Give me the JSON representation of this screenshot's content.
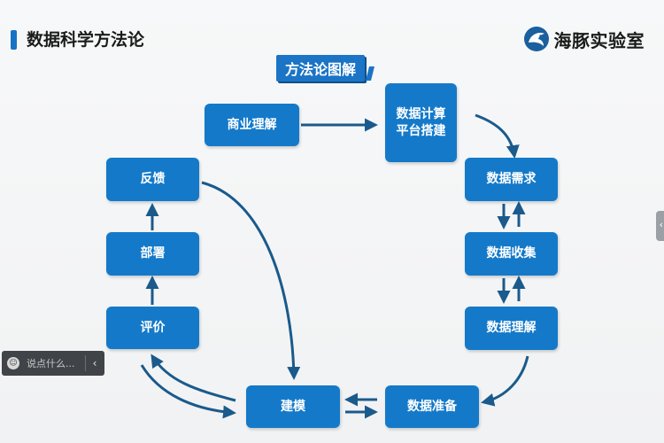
{
  "slide": {
    "title": "数据科学方法论",
    "badge": "方法论图解"
  },
  "logo": {
    "text": "海豚实验室",
    "icon": "dolphin-logo-icon",
    "color": "#1a5f9e"
  },
  "diagram": {
    "node_color": "#1479c9",
    "arrow_color": "#1a5a8c",
    "nodes": {
      "business": "商业理解",
      "platform_line1": "数据计算",
      "platform_line2": "平台搭建",
      "requirements": "数据需求",
      "collection": "数据收集",
      "understanding": "数据理解",
      "preparation": "数据准备",
      "modeling": "建模",
      "evaluation": "评价",
      "deployment": "部署",
      "feedback": "反馈"
    }
  },
  "overlay": {
    "comment_placeholder": "说点什么...",
    "comment_avatar_icon": "face-icon",
    "collapse_icon": "chevron-left-icon",
    "side_tab_icon": "chevron-left-icon"
  }
}
